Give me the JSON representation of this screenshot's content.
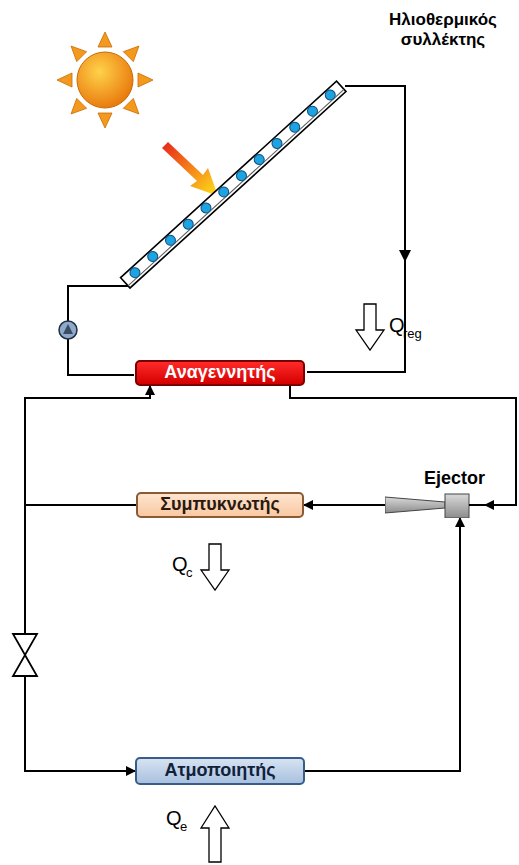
{
  "diagram": {
    "nodes": [
      {
        "text": [
          "Αναγεννητής"
        ]
      },
      {
        "text": [
          "Συμπυκνωτής"
        ]
      },
      {
        "text": [
          "Ατμοποιητής"
        ]
      },
      {
        "text": [
          "Ejector"
        ]
      }
    ],
    "edges": [
      {
        "from": 3,
        "to": 1,
        "arrow": "to"
      },
      {
        "from": 1,
        "to": 0,
        "arrow": "to"
      },
      {
        "from": 1,
        "to": 2,
        "arrow": "to"
      },
      {
        "from": 2,
        "to": 3,
        "arrow": "to"
      },
      {
        "from": 0,
        "to": 3,
        "arrow": "to"
      }
    ],
    "labels": [
      "Ηλιοθερμικός συλλέκτης",
      "Q",
      "reg",
      "Q",
      "c",
      "Q",
      "e"
    ]
  }
}
